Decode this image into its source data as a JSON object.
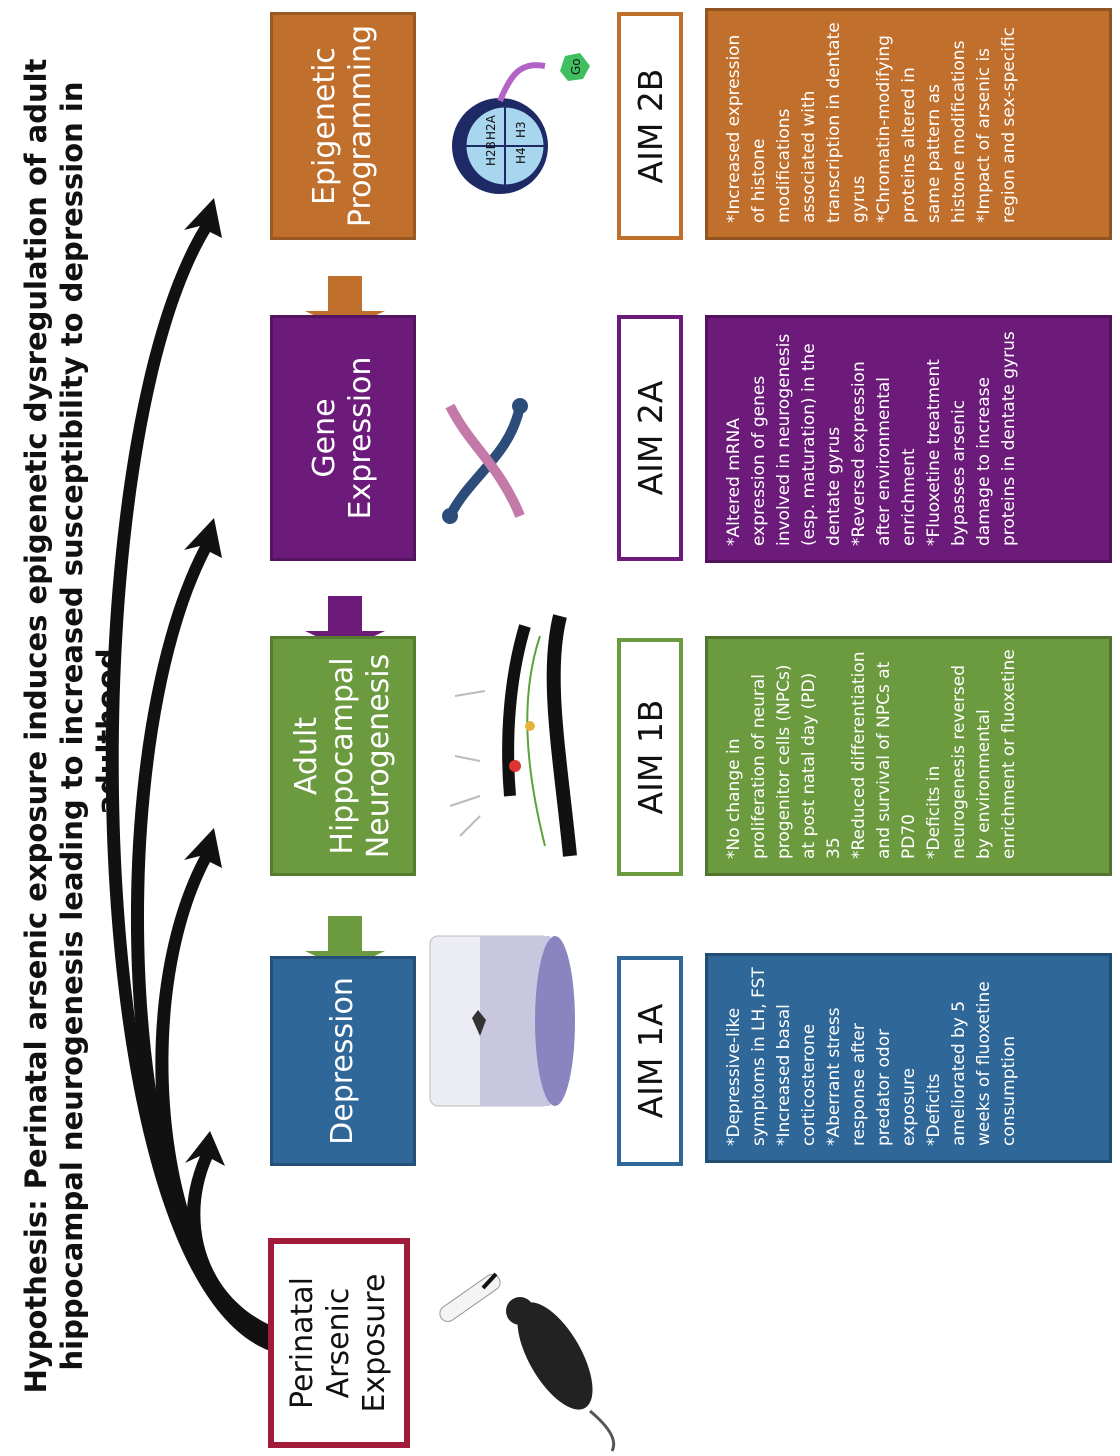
{
  "title": "Hypothesis: Perinatal arsenic exposure induces epigenetic dysregulation of adult hippocampal neurogenesis leading to increased susceptibility to depression in adulthood.",
  "colors": {
    "exposure": "#a01c38",
    "depression": "#2e6798",
    "neurogenesis": "#6c9a3e",
    "gene_expression": "#6d1b7b",
    "epigenetic": "#c06f2c"
  },
  "boxes": [
    {
      "key": "exposure",
      "label": "Perinatal\nArsenic\nExposure",
      "style": "outline"
    },
    {
      "key": "depression",
      "label": "Depression",
      "style": "filled"
    },
    {
      "key": "neurogenesis",
      "label": "Adult\nHippocampal\nNeurogenesis",
      "style": "filled"
    },
    {
      "key": "gene_expression",
      "label": "Gene\nExpression",
      "style": "filled"
    },
    {
      "key": "epigenetic",
      "label": "Epigenetic\nProgramming",
      "style": "filled"
    }
  ],
  "aims": [
    {
      "key": "depression",
      "label": "AIM 1A"
    },
    {
      "key": "neurogenesis",
      "label": "AIM 1B"
    },
    {
      "key": "gene_expression",
      "label": "AIM 2A"
    },
    {
      "key": "epigenetic",
      "label": "AIM 2B"
    }
  ],
  "descriptions": [
    {
      "key": "depression",
      "text": "*Depressive-like symptoms in LH, FST\n*Increased basal corticosterone\n*Aberrant stress response after predator odor exposure\n*Deficits ameliorated by 5 weeks of fluoxetine consumption"
    },
    {
      "key": "neurogenesis",
      "text": "*No change in proliferation of neural progenitor cells (NPCs) at post natal day (PD) 35\n*Reduced differentiation and survival of NPCs at PD70\n*Deficits in neurogenesis reversed by environmental enrichment or fluoxetine"
    },
    {
      "key": "gene_expression",
      "text": "*Altered mRNA expression of genes involved in neurogenesis (esp. maturation) in the dentate gyrus\n*Reversed expression after environmental enrichment\n*Fluoxetine treatment bypasses arsenic damage to increase proteins in dentate gyrus"
    },
    {
      "key": "epigenetic",
      "text": "*Increased expression of histone modifications associated with transcription in dentate gyrus\n*Chromatin-modifying proteins altered in same pattern as histone modifications\n*Impact of arsenic is region and sex-specific"
    }
  ],
  "icons": {
    "exposure": "mouse-with-bottle-icon",
    "depression": "mouse-in-swim-tank-icon",
    "neurogenesis": "hippocampal-neurons-icon",
    "gene_expression": "dna-helix-icon",
    "epigenetic": "nucleosome-histone-icon"
  },
  "histones": [
    "H2B",
    "H2A",
    "H4",
    "H3"
  ],
  "histone_mark": "Go"
}
